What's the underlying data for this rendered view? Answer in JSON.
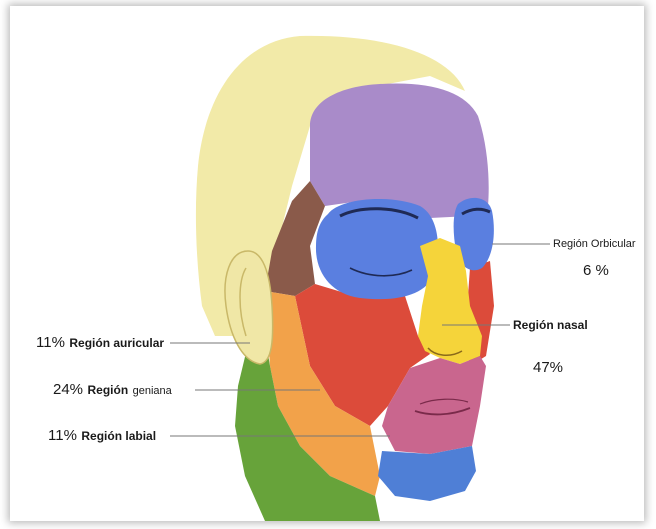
{
  "regions": {
    "orbicular": {
      "name": "Región Orbicular",
      "percent": "6 %",
      "color": "#5a7fe0"
    },
    "nasal": {
      "name": "Región nasal",
      "percent": "47%",
      "color": "#f5d43a"
    },
    "auricular": {
      "percent": "11%",
      "name": "Región auricular",
      "color": "#f0e7a6"
    },
    "geniana": {
      "percent": "24%",
      "name": "Región",
      "sub": "geniana",
      "color": "#f2a24a"
    },
    "labial": {
      "percent": "11%",
      "name": "Región labial",
      "color": "#c9668e"
    }
  },
  "colors": {
    "scalp": "#f2eaa8",
    "forehead": "#a98bc9",
    "temple": "#8a5a4a",
    "cheek_red": "#dc4b3a",
    "chin": "#4f7fd6",
    "neck": "#67a33a",
    "leader_line": "#777777"
  }
}
